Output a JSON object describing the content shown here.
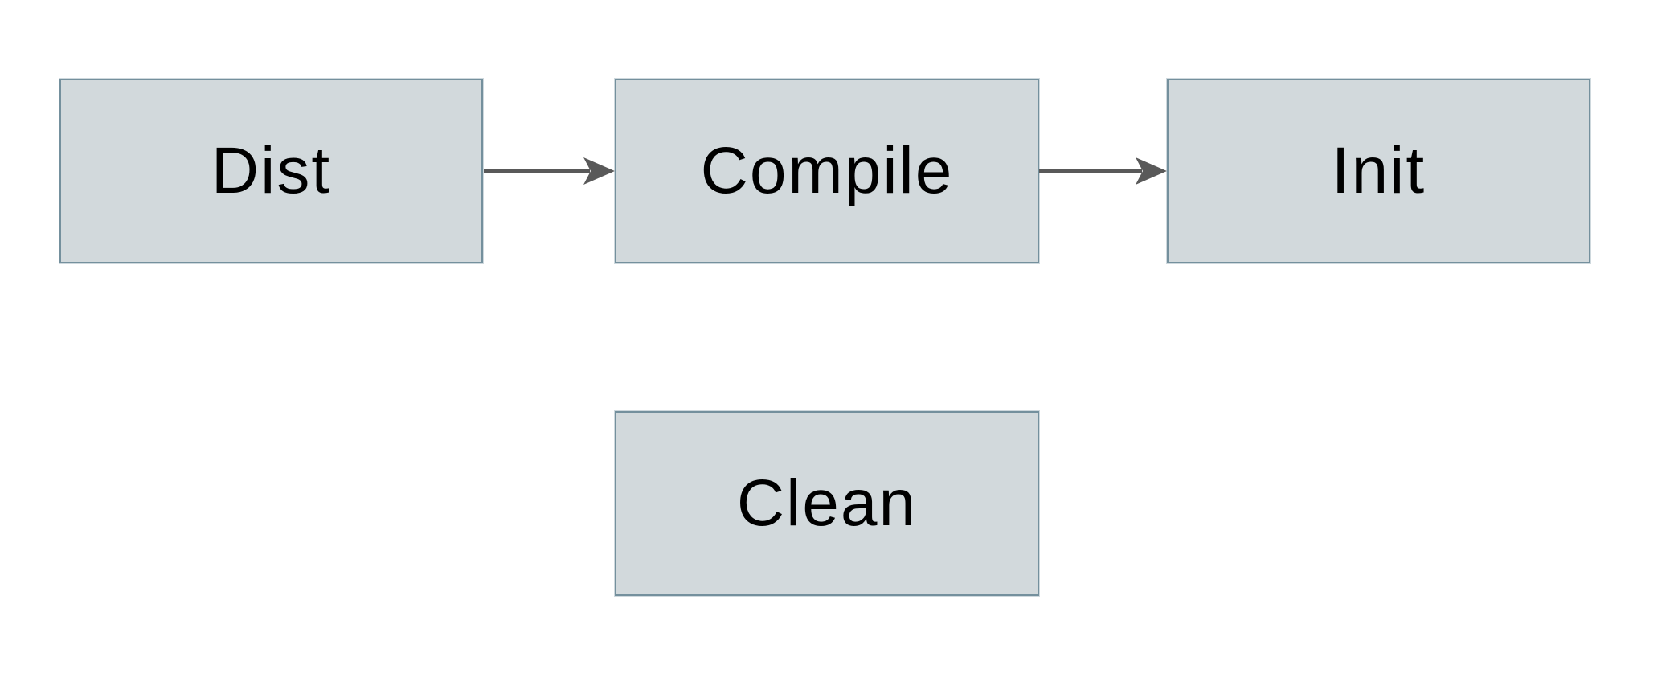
{
  "diagram": {
    "type": "flowchart",
    "nodes": [
      {
        "id": "dist",
        "label": "Dist"
      },
      {
        "id": "compile",
        "label": "Compile"
      },
      {
        "id": "init",
        "label": "Init"
      },
      {
        "id": "clean",
        "label": "Clean"
      }
    ],
    "edges": [
      {
        "from": "Dist",
        "to": "Compile",
        "style": "solid-arrow"
      },
      {
        "from": "Compile",
        "to": "Init",
        "style": "solid-arrow"
      }
    ],
    "colors": {
      "background": "#ffffff",
      "node_fill": "#d2d9dc",
      "node_border": "#74909d",
      "arrow": "#595959",
      "text": "#000000"
    }
  }
}
